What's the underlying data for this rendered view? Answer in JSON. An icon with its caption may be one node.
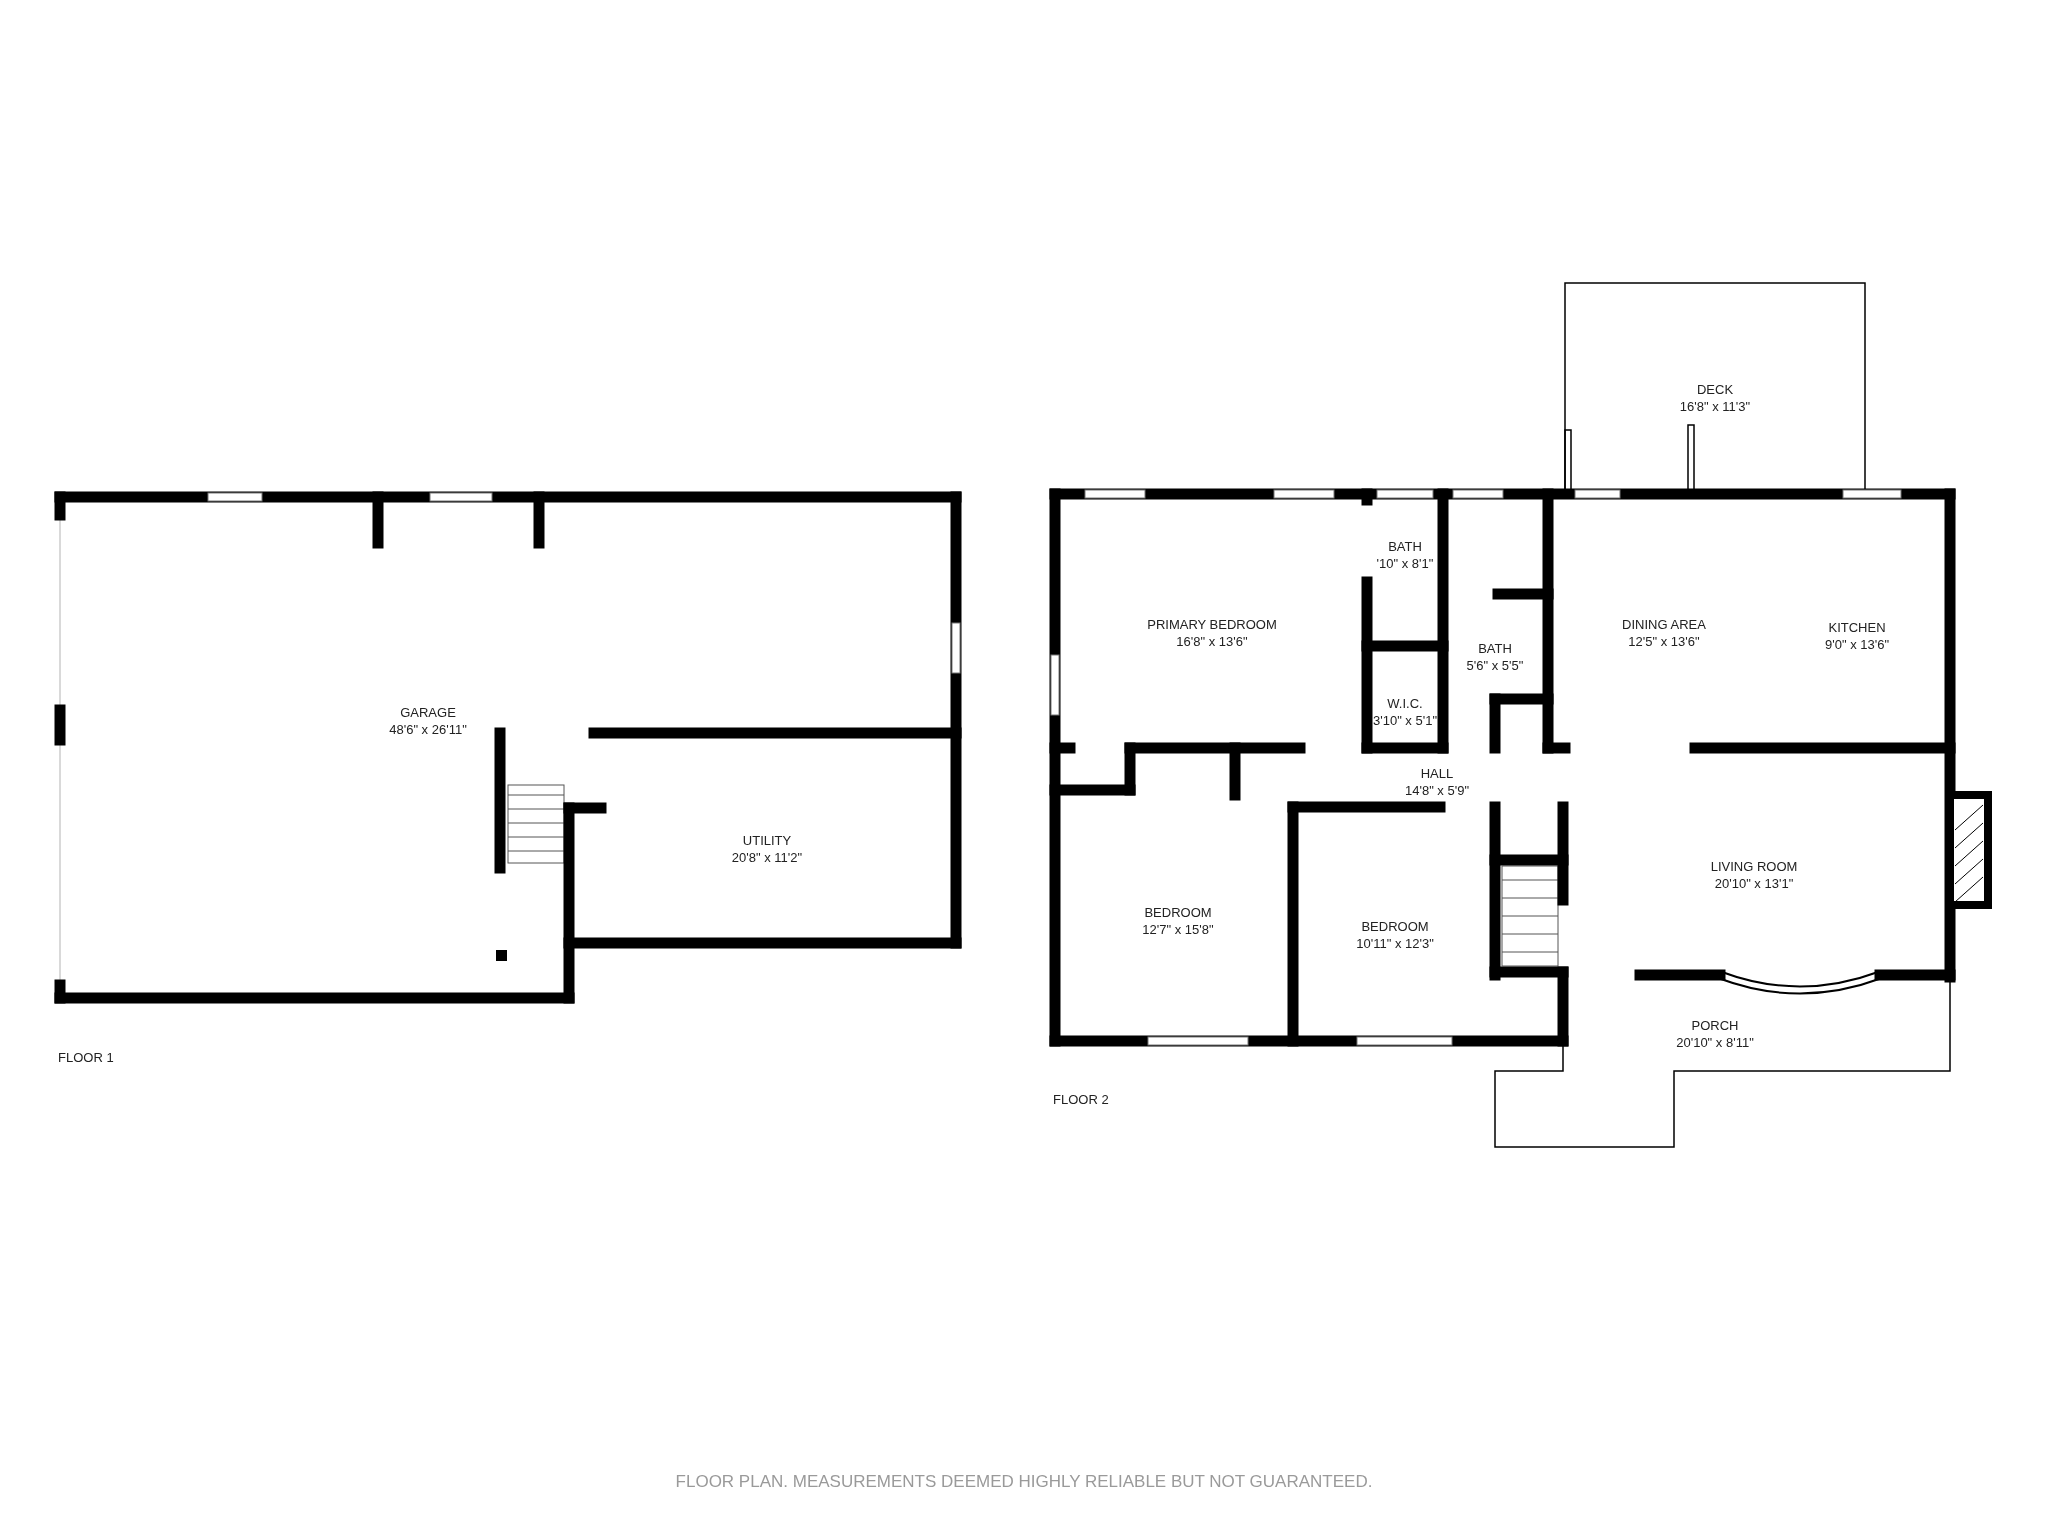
{
  "diagram": {
    "nodes": [
      {
        "text": [
          "GARAGE",
          "48'6\" x 26'11\""
        ]
      },
      {
        "text": [
          "UTILITY",
          "20'8\" x 11'2\""
        ]
      },
      {
        "text": [
          "DECK",
          "16'8\" x 11'3\""
        ]
      },
      {
        "text": [
          "PRIMARY BEDROOM",
          "16'8\" x 13'6\""
        ]
      },
      {
        "text": [
          "BATH",
          "'10\" x 8'1\""
        ]
      },
      {
        "text": [
          "DINING AREA",
          "12'5\" x 13'6\""
        ]
      },
      {
        "text": [
          "KITCHEN",
          "9'0\" x 13'6\""
        ]
      },
      {
        "text": [
          "BATH",
          "5'6\" x 5'5\""
        ]
      },
      {
        "text": [
          "W.I.C.",
          "3'10\" x 5'1\""
        ]
      },
      {
        "text": [
          "HALL",
          "14'8\" x 5'9\""
        ]
      },
      {
        "text": [
          "LIVING ROOM",
          "20'10\" x 13'1\""
        ]
      },
      {
        "text": [
          "BEDROOM",
          "12'7\" x 15'8\""
        ]
      },
      {
        "text": [
          "BEDROOM",
          "10'11\" x 12'3\""
        ]
      },
      {
        "text": [
          "PORCH",
          "20'10\" x 8'11\""
        ]
      }
    ],
    "labels": [
      "FLOOR 1",
      "FLOOR 2",
      "FLOOR PLAN. MEASUREMENTS DEEMED HIGHLY RELIABLE BUT NOT GUARANTEED."
    ]
  }
}
